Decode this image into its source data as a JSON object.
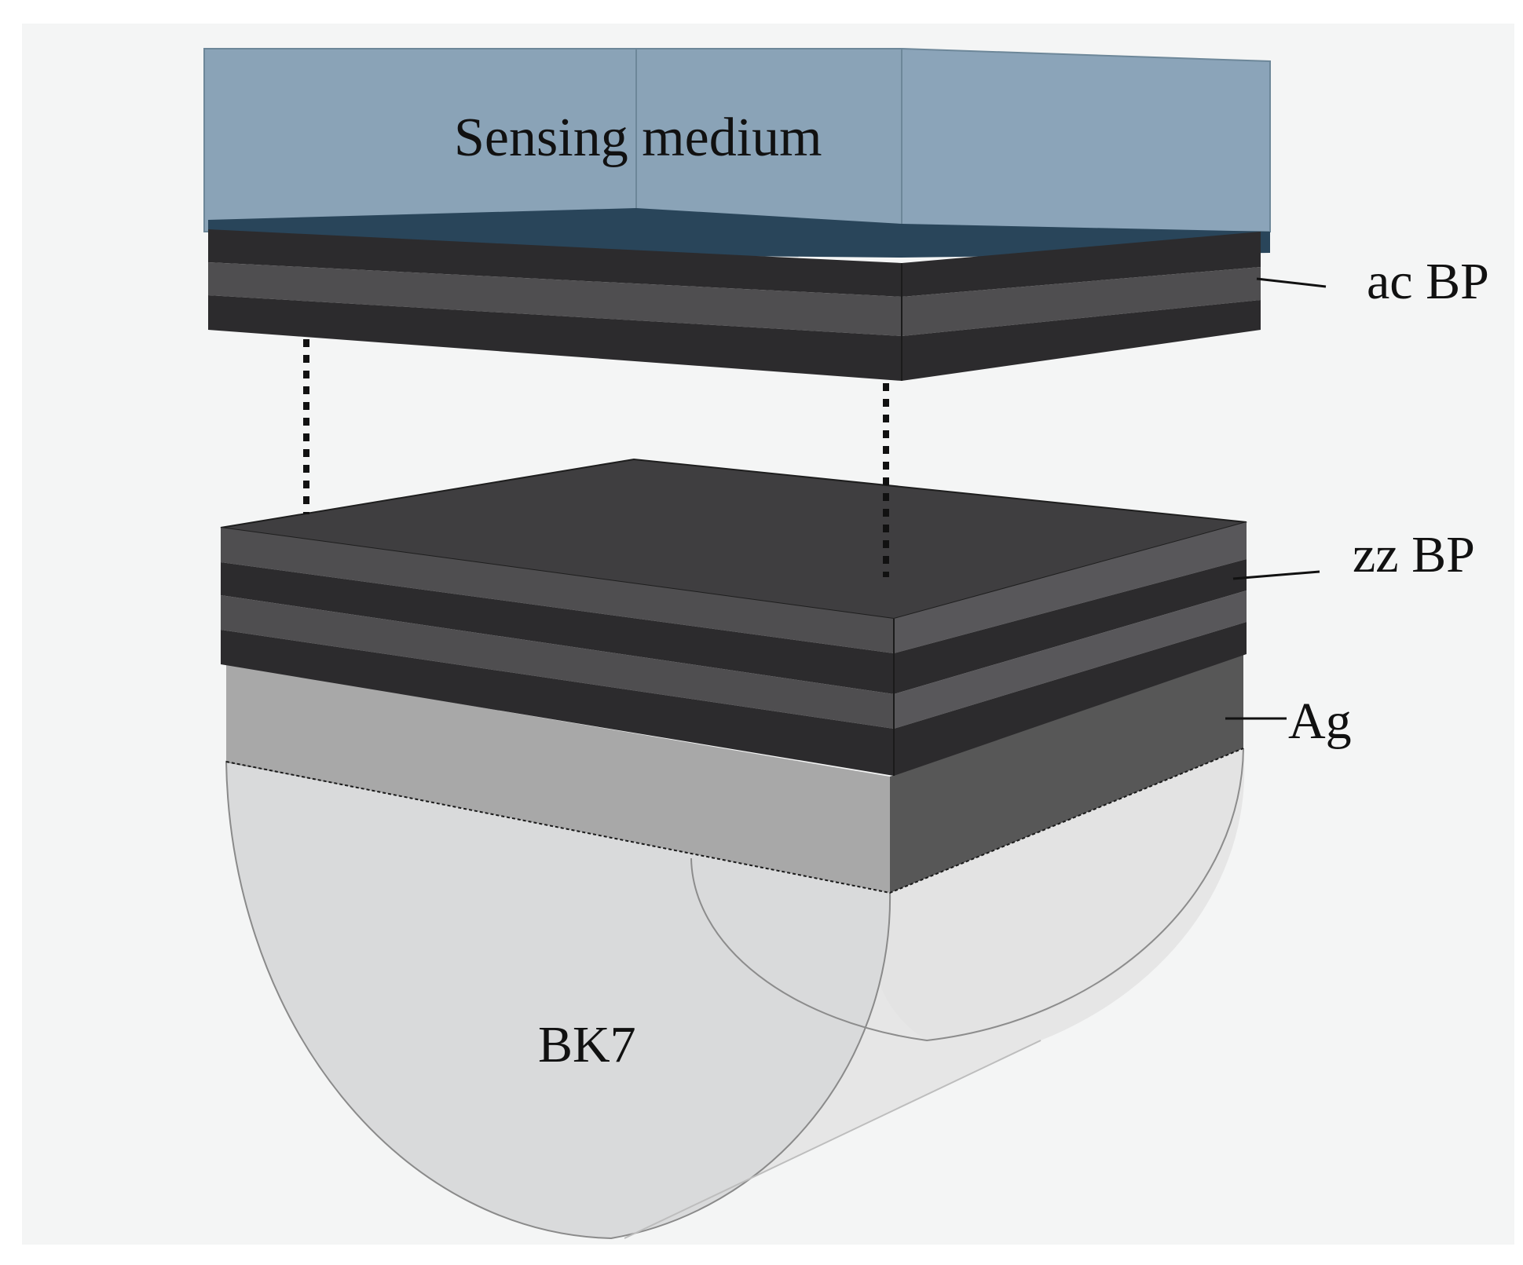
{
  "labels": {
    "sensing_medium": "Sensing medium",
    "ac_bp": "ac BP",
    "zz_bp": "zz BP",
    "ag": "Ag",
    "bk7": "BK7"
  },
  "colors": {
    "sensing_medium_front": "#8aa3b7",
    "sensing_medium_side": "#8ba4b9",
    "bp_dark": "#2c2b2d",
    "bp_mid": "#4f4e50",
    "bp_top": "#3f3e40",
    "ag_front": "#a8a8a8",
    "ag_side": "#575757",
    "bk7_front": "#d9dadb",
    "bk7_side": "#e7e7e7",
    "background_panel": "#f4f5f5"
  }
}
